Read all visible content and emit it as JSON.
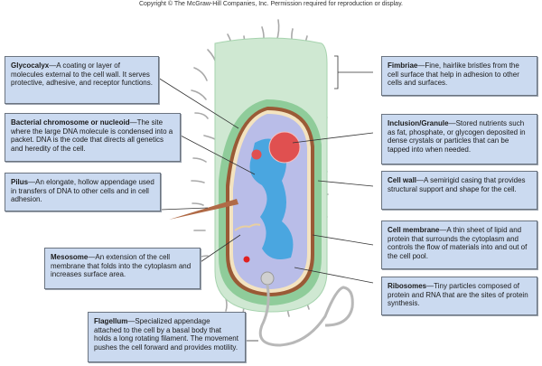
{
  "copyright": "Copyright © The McGraw-Hill Companies, Inc. Permission required for reproduction or display.",
  "labels": {
    "glycocalyx": {
      "term": "Glycocalyx",
      "desc": "—A coating or layer of molecules external to the cell wall.  It serves protective, adhesive, and receptor functions."
    },
    "chromosome": {
      "term": "Bacterial chromosome or nucleoid",
      "desc": "—The site where the large DNA molecule is condensed into a packet.  DNA is the code that directs all genetics and heredity of the cell."
    },
    "pilus": {
      "term": "Pilus",
      "desc": "—An elongate, hollow appendage used in transfers of DNA to other cells and in cell adhesion."
    },
    "mesosome": {
      "term": "Mesosome",
      "desc": "—An extension of the cell membrane that folds into the cytoplasm and increases surface area."
    },
    "flagellum": {
      "term": "Flagellum",
      "desc": "—Specialized appendage attached to the cell by a basal body that holds a long rotating filament. The movement pushes the cell forward and provides motility."
    },
    "fimbriae": {
      "term": "Fimbriae",
      "desc": "—Fine, hairlike bristles from the cell surface that help in adhesion to other cells and surfaces."
    },
    "inclusion": {
      "term": "Inclusion/Granule",
      "desc": "—Stored nutrients such as fat, phosphate, or glycogen deposited in dense crystals or particles that can be tapped into when needed."
    },
    "cellwall": {
      "term": "Cell wall",
      "desc": "—A semirigid casing that provides structural support and shape for the cell."
    },
    "membrane": {
      "term": "Cell membrane",
      "desc": "—A thin sheet of lipid and protein that surrounds the cytoplasm and controls the flow of materials into and out of the cell pool."
    },
    "ribosomes": {
      "term": "Ribosomes",
      "desc": "—Tiny particles composed of protein and RNA that are the sites of protein synthesis."
    }
  },
  "colors": {
    "box_fill": "#cbdaf0",
    "capsule": "#cfe8d2",
    "cell_wall_green": "#8fcc9a",
    "cell_wall_brown": "#9a5a36",
    "cytoplasm": "#b9bde8",
    "nucleoid": "#4aa6e0",
    "granule": "#e05050"
  }
}
